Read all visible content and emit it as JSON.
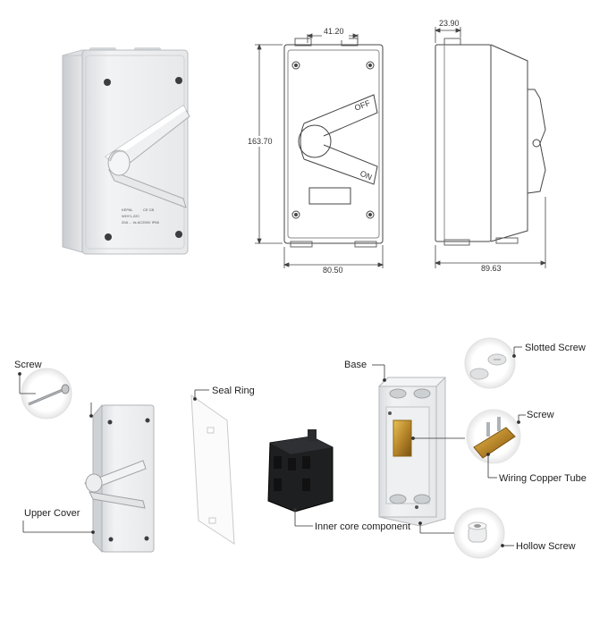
{
  "dimensions": {
    "front_width": "41.20",
    "side_depth": "23.90",
    "height": "163.70",
    "overall_width": "80.50",
    "overall_depth": "89.63"
  },
  "switch_labels": {
    "off": "OFF",
    "on": "ON"
  },
  "product_marking": {
    "brand": "KEPAL",
    "cert": "CE CB",
    "model": "WHY1-220",
    "rating": "20A ... 4s AC250V IP66"
  },
  "parts": {
    "screw_left": "Screw",
    "upper_cover": "Upper Cover",
    "seal_ring": "Seal  Ring",
    "inner_core": "Inner core component",
    "base": "Base",
    "slotted_screw": "Slotted  Screw",
    "screw_right": "Screw",
    "wiring_tube": "Wiring  Copper  Tube",
    "hollow_screw": "Hollow Screw"
  }
}
